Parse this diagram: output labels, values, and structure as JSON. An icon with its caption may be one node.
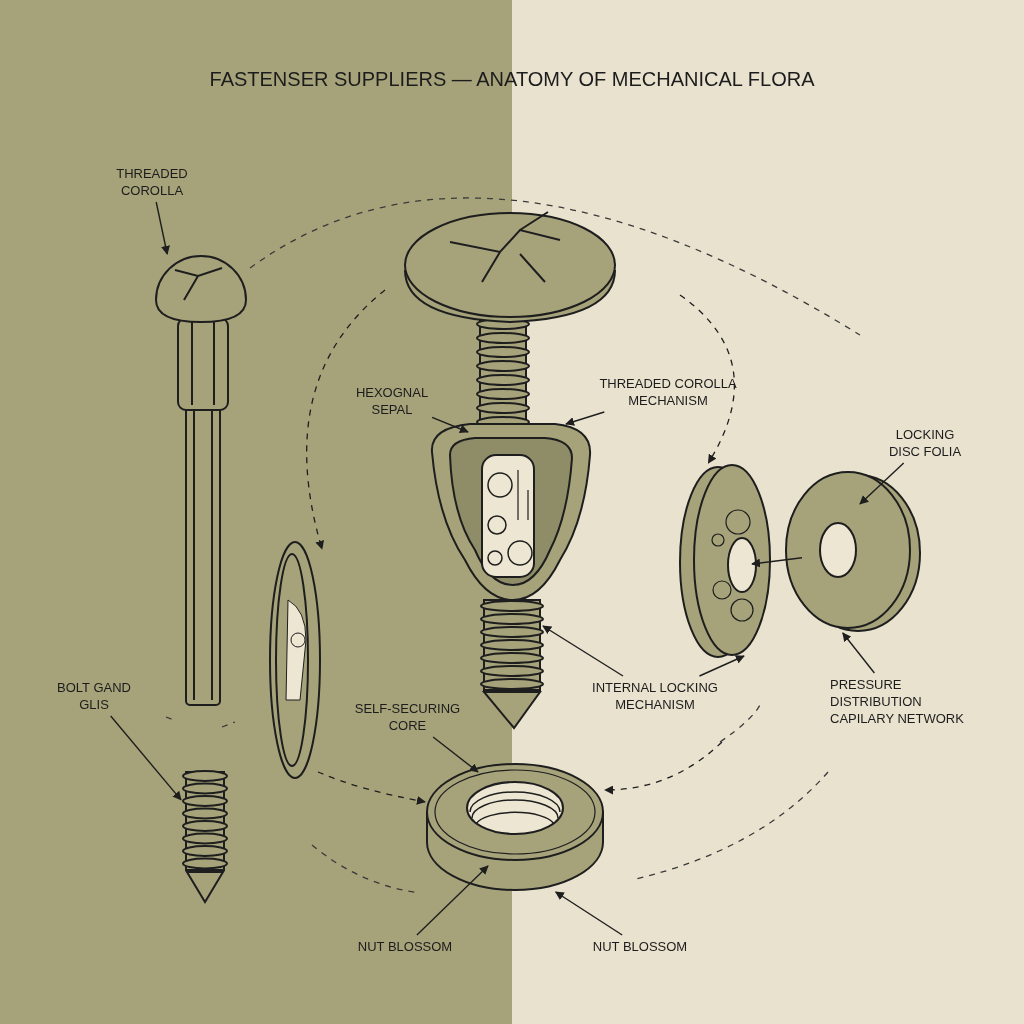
{
  "diagram": {
    "title": "FASTENSER SUPPLIERS — ANATOMY OF MECHANICAL FLORA",
    "nodes": [
      {
        "text": [],
        "shape": "picture"
      },
      {
        "text": [],
        "shape": "picture"
      },
      {
        "text": [],
        "shape": "picture"
      },
      {
        "text": [],
        "shape": "picture"
      },
      {
        "text": [],
        "shape": "picture"
      },
      {
        "text": [],
        "shape": "picture"
      },
      {
        "text": [],
        "shape": "picture"
      },
      {
        "text": [
          "THREADED COROLLA"
        ]
      },
      {
        "text": [
          "HEXOGNAL SEPAL"
        ]
      },
      {
        "text": [
          "THREADED COROLLA MECHANISM"
        ]
      },
      {
        "text": [
          "LOCKING DISC FOLIA"
        ]
      },
      {
        "text": [
          "BOLT GAND GLIS"
        ]
      },
      {
        "text": [
          "SELF-SECURING CORE"
        ]
      },
      {
        "text": [
          "INTERNAL LOCKING MECHANISM"
        ]
      },
      {
        "text": [
          "PRESSURE DISTRIBUTION CAPILARY NETWORK"
        ]
      },
      {
        "text": [
          "NUT BLOSSOM"
        ]
      },
      {
        "text": [
          "NUT BLOSSOM"
        ]
      }
    ],
    "edges": [
      {
        "from": 7,
        "to": 0,
        "arrow": "to"
      },
      {
        "from": 8,
        "to": 2,
        "arrow": "to"
      },
      {
        "from": 9,
        "to": 2,
        "arrow": "to"
      },
      {
        "from": 10,
        "to": 6,
        "arrow": "to"
      },
      {
        "from": 6,
        "to": 5,
        "arrow": "to"
      },
      {
        "from": 11,
        "to": 3,
        "arrow": "to"
      },
      {
        "from": 12,
        "to": 4,
        "arrow": "to"
      },
      {
        "from": 13,
        "to": 2,
        "arrow": "to"
      },
      {
        "from": 13,
        "to": 5,
        "arrow": "to"
      },
      {
        "from": 14,
        "to": 6,
        "arrow": "to"
      },
      {
        "from": 15,
        "to": 4,
        "arrow": "to"
      },
      {
        "from": 16,
        "to": 4,
        "arrow": "to"
      },
      {
        "from": null,
        "to": 1,
        "arrow": "to",
        "style": "dashed"
      },
      {
        "from": null,
        "to": 4,
        "arrow": "to",
        "style": "dashed"
      },
      {
        "from": null,
        "to": 4,
        "arrow": "to",
        "style": "dashed"
      },
      {
        "from": null,
        "to": 5,
        "arrow": "to",
        "style": "dashed"
      }
    ]
  }
}
